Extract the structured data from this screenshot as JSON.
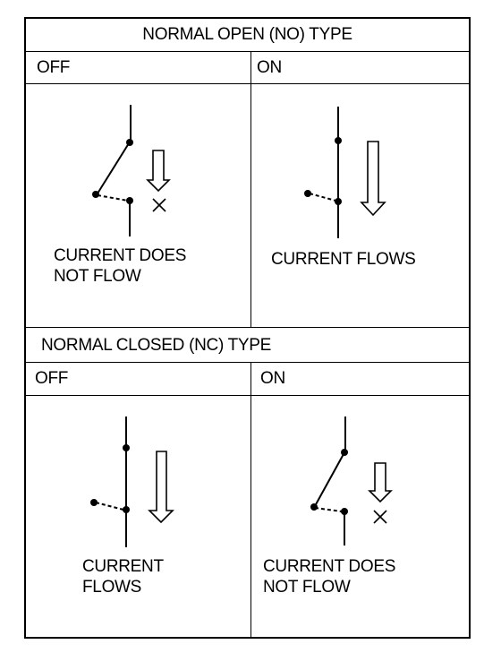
{
  "no_section": {
    "title": "NORMAL OPEN (NO) TYPE",
    "off": {
      "label": "OFF",
      "caption_line1": "CURRENT  DOES",
      "caption_line2": "NOT FLOW"
    },
    "on": {
      "label": "ON",
      "caption_line1": "CURRENT FLOWS"
    }
  },
  "nc_section": {
    "title": "NORMAL CLOSED (NC) TYPE",
    "off": {
      "label": "OFF",
      "caption_line1": "CURRENT",
      "caption_line2": "FLOWS"
    },
    "on": {
      "label": "ON",
      "caption_line1": "CURRENT  DOES",
      "caption_line2": "NOT FLOW"
    }
  }
}
